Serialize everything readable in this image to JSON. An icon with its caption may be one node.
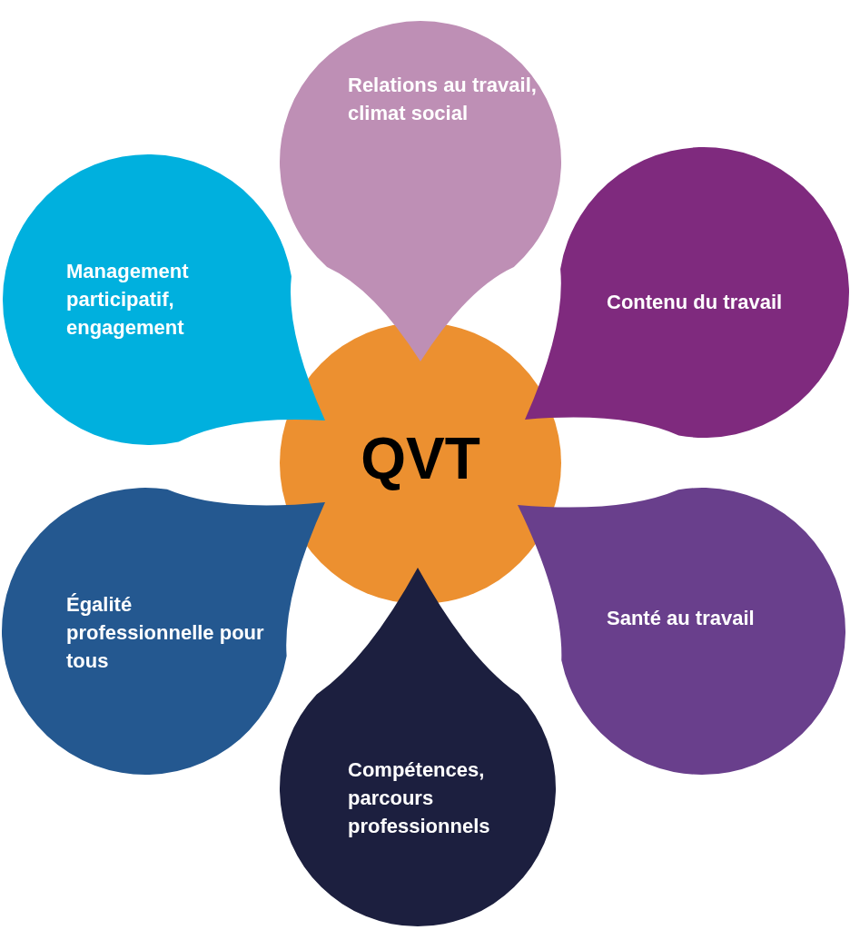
{
  "diagram": {
    "nodes": [
      {
        "text": [
          "Relations au travail, climat social"
        ]
      },
      {
        "text": [
          "Management participatif, engagement"
        ]
      },
      {
        "text": [
          "Contenu du travail"
        ]
      },
      {
        "text": [
          "QVT"
        ]
      },
      {
        "text": [
          "Égalité professionnelle pour tous"
        ]
      },
      {
        "text": [
          "Santé au travail"
        ]
      },
      {
        "text": [
          "Compétences, parcours professionnels"
        ]
      }
    ]
  }
}
